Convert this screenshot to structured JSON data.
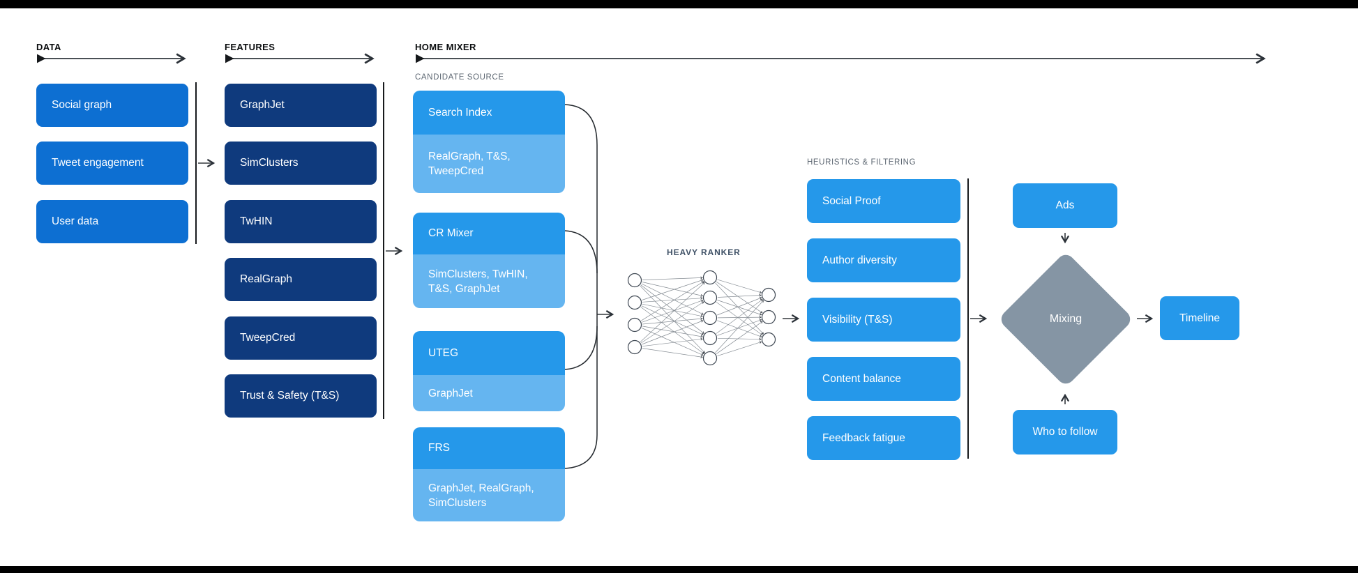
{
  "colors": {
    "data_box": "#0d6fd2",
    "features_box": "#0f3a7d",
    "source_box": "#2598ea",
    "source_sub_box": "#65b5f0",
    "mixing_diamond": "#8595a4",
    "frame_bars": "#000000"
  },
  "sections": {
    "data": {
      "header": "DATA",
      "items": [
        "Social graph",
        "Tweet engagement",
        "User data"
      ]
    },
    "features": {
      "header": "FEATURES",
      "items": [
        "GraphJet",
        "SimClusters",
        "TwHIN",
        "RealGraph",
        "TweepCred",
        "Trust & Safety (T&S)"
      ]
    },
    "home_mixer": {
      "header": "HOME MIXER",
      "candidate_source": {
        "label": "CANDIDATE SOURCE",
        "sources": [
          {
            "name": "Search Index",
            "inputs": "RealGraph, T&S, TweepCred"
          },
          {
            "name": "CR Mixer",
            "inputs": "SimClusters, TwHIN, T&S, GraphJet"
          },
          {
            "name": "UTEG",
            "inputs": "GraphJet"
          },
          {
            "name": "FRS",
            "inputs": "GraphJet, RealGraph, SimClusters"
          }
        ]
      },
      "heavy_ranker": {
        "label": "HEAVY RANKER",
        "layers": [
          4,
          5,
          3
        ]
      },
      "heuristics": {
        "label": "HEURISTICS & FILTERING",
        "items": [
          "Social Proof",
          "Author diversity",
          "Visibility (T&S)",
          "Content balance",
          "Feedback fatigue"
        ]
      },
      "mixing": {
        "ads": "Ads",
        "mixer": "Mixing",
        "who_to_follow": "Who to follow",
        "timeline": "Timeline"
      }
    }
  }
}
